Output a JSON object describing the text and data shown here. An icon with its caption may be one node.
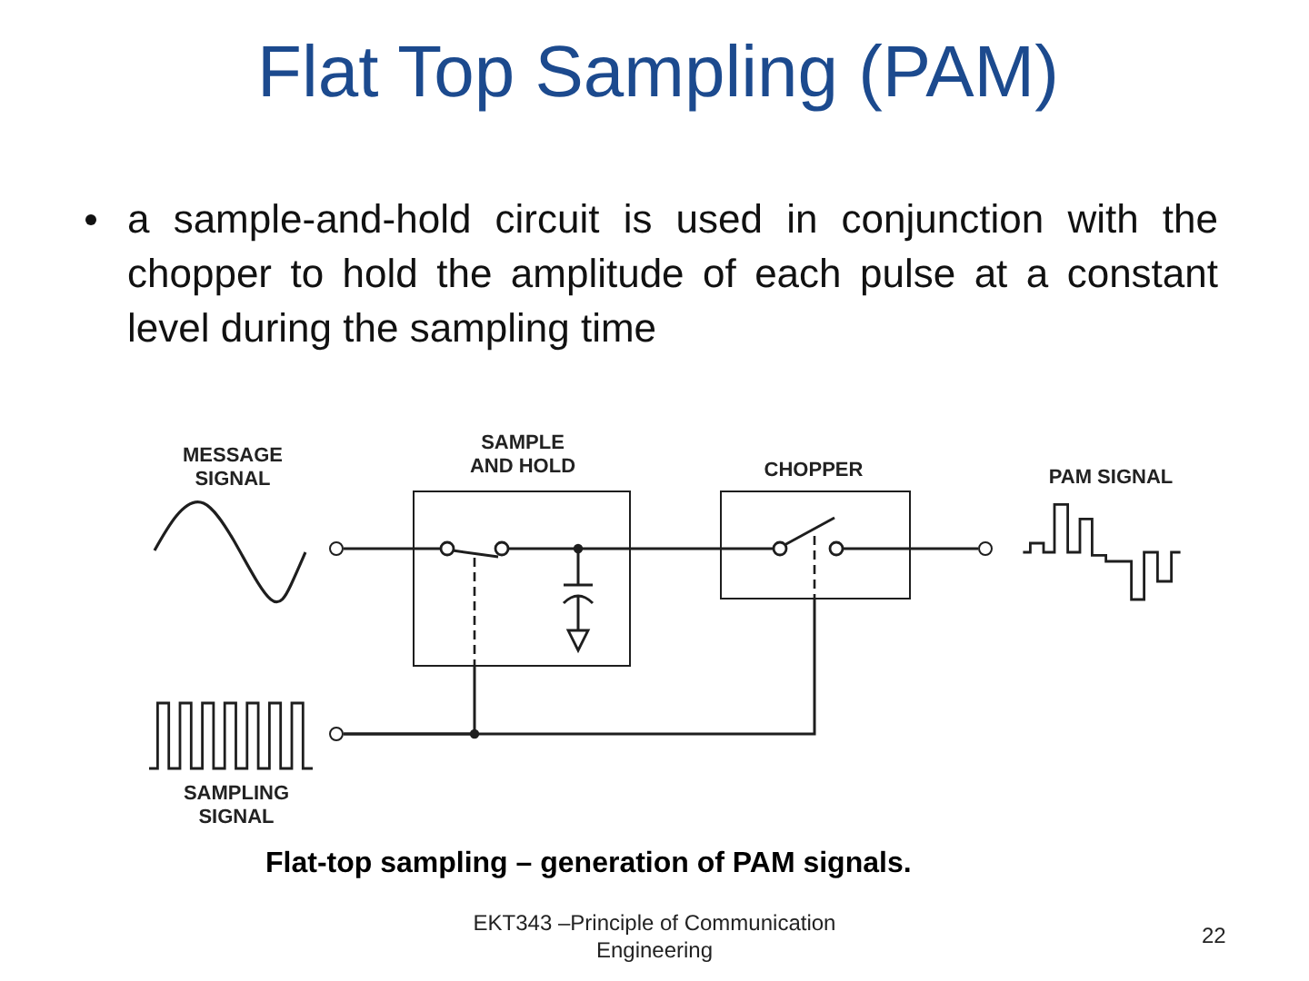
{
  "diagram": {
    "title": "Flat Top Sampling (PAM)",
    "caption": "Flat-top sampling – generation of PAM signals.",
    "nodes": [
      {
        "text": [],
        "shape": "circle"
      },
      {
        "text": [
          "SAMPLE AND HOLD"
        ]
      },
      {
        "text": [
          "CHOPPER"
        ]
      },
      {
        "text": [],
        "shape": "circle"
      },
      {
        "text": [],
        "shape": "circle"
      }
    ],
    "edges": [
      {
        "from": 0,
        "to": 1,
        "arrow": "none"
      },
      {
        "from": 1,
        "to": 2,
        "arrow": "none"
      },
      {
        "from": 2,
        "to": 3,
        "arrow": "none"
      },
      {
        "from": 4,
        "to": 1,
        "arrow": "none"
      },
      {
        "from": 4,
        "to": 2,
        "arrow": "none"
      }
    ],
    "labels": [
      "a sample-and-hold circuit is used in conjunction with the chopper to hold the amplitude of each pulse at a constant level during the sampling time",
      "MESSAGE SIGNAL",
      "PAM SIGNAL",
      "SAMPLING SIGNAL",
      "EKT343 –Principle of Communication Engineering",
      "22"
    ]
  }
}
